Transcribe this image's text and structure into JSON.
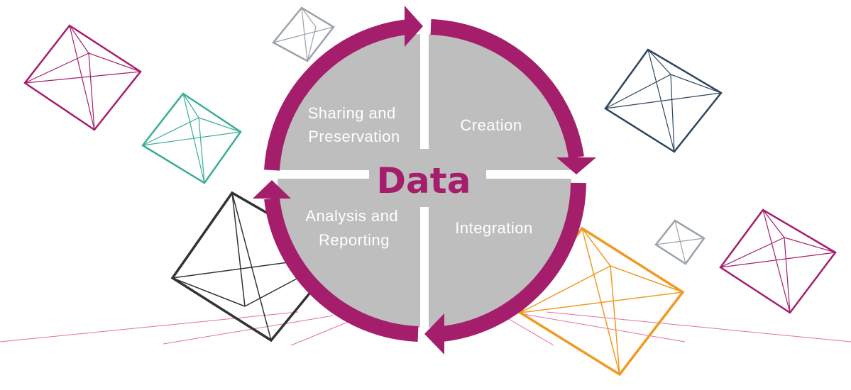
{
  "diagram": {
    "center_title": "Data",
    "quadrants": [
      {
        "id": "sharing",
        "lines": [
          "Sharing and",
          "Preservation"
        ]
      },
      {
        "id": "creation",
        "lines": [
          "Creation"
        ]
      },
      {
        "id": "analysis",
        "lines": [
          "Analysis and",
          "Reporting"
        ]
      },
      {
        "id": "integration",
        "lines": [
          "Integration"
        ]
      }
    ]
  },
  "colors": {
    "ring": "#a51e6c",
    "quadrant_fill": "#bebebe",
    "divider": "#ffffff",
    "center_text": "#a51e6c",
    "label_text": "#ffffff",
    "crystal_magenta": "#a51e6c",
    "crystal_teal": "#3aae95",
    "crystal_gray": "#9aa3ab",
    "crystal_navy": "#2e4560",
    "crystal_black": "#333333",
    "crystal_orange": "#ef9a23"
  }
}
